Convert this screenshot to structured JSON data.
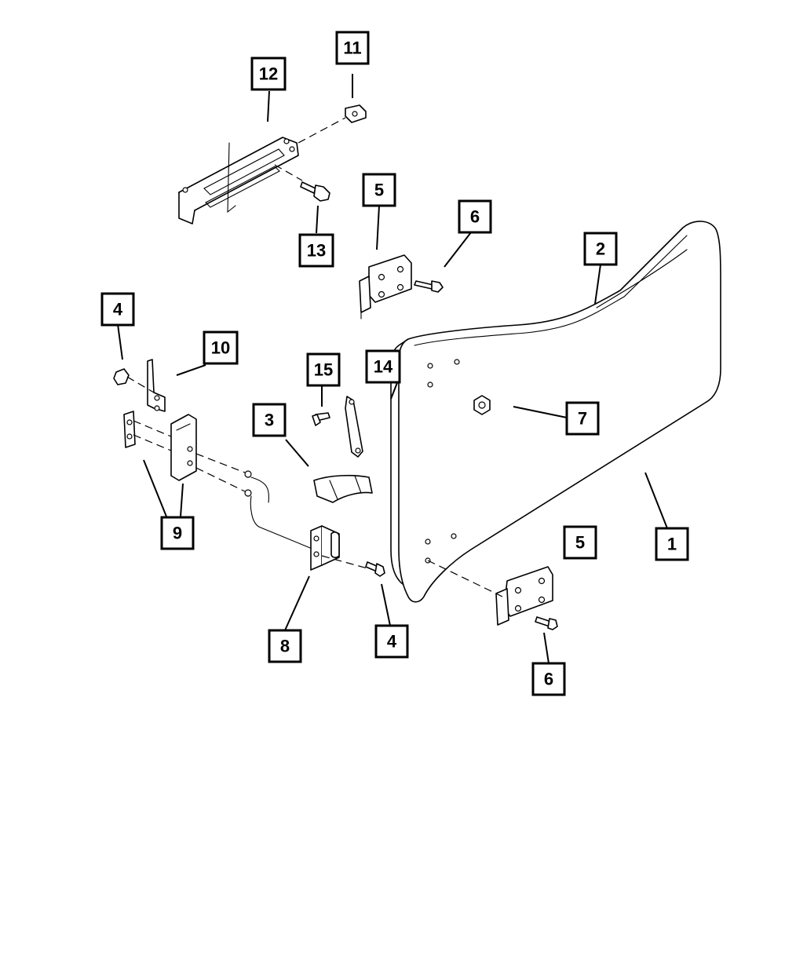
{
  "callouts": [
    {
      "id": "c1",
      "label": "1"
    },
    {
      "id": "c2",
      "label": "2"
    },
    {
      "id": "c3",
      "label": "3"
    },
    {
      "id": "c4a",
      "label": "4"
    },
    {
      "id": "c4b",
      "label": "4"
    },
    {
      "id": "c5a",
      "label": "5"
    },
    {
      "id": "c5b",
      "label": "5"
    },
    {
      "id": "c6a",
      "label": "6"
    },
    {
      "id": "c6b",
      "label": "6"
    },
    {
      "id": "c7",
      "label": "7"
    },
    {
      "id": "c8",
      "label": "8"
    },
    {
      "id": "c9",
      "label": "9"
    },
    {
      "id": "c10",
      "label": "10"
    },
    {
      "id": "c11",
      "label": "11"
    },
    {
      "id": "c12",
      "label": "12"
    },
    {
      "id": "c13",
      "label": "13"
    },
    {
      "id": "c14",
      "label": "14"
    },
    {
      "id": "c15",
      "label": "15"
    }
  ]
}
